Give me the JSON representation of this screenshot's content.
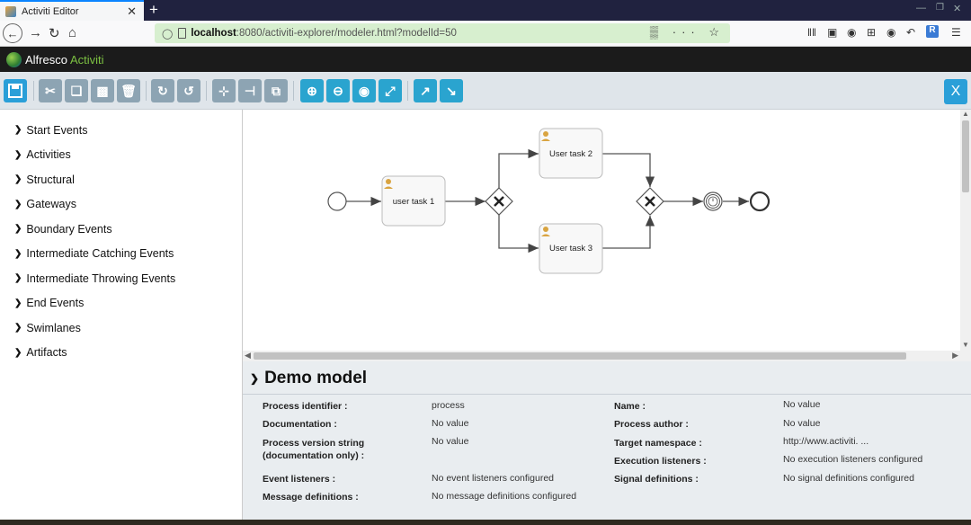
{
  "browser": {
    "tab_title": "Activiti Editor",
    "tab_close": "✕",
    "new_tab": "+",
    "url_host": "localhost",
    "url_rest": ":8080/activiti-explorer/modeler.html?modelId=50",
    "url_actions": "▒ ··· ☆"
  },
  "app": {
    "brand": "Alfresco",
    "product": "Activiti"
  },
  "toolbar": {
    "close_label": "X"
  },
  "palette": {
    "items": [
      "Start Events",
      "Activities",
      "Structural",
      "Gateways",
      "Boundary Events",
      "Intermediate Catching Events",
      "Intermediate Throwing Events",
      "End Events",
      "Swimlanes",
      "Artifacts"
    ]
  },
  "diagram": {
    "task1": "user task 1",
    "task2": "User task 2",
    "task3": "User task 3"
  },
  "properties": {
    "title": "Demo model",
    "rows": [
      {
        "label": "Process identifier :",
        "value": "process"
      },
      {
        "label": "Documentation :",
        "value": "No value"
      },
      {
        "label": "Process version string (documentation only) :",
        "value": "No value"
      },
      {
        "label": "Event listeners :",
        "value": "No event listeners configured"
      },
      {
        "label": "Message definitions :",
        "value": "No message definitions configured"
      },
      {
        "label": "Name :",
        "value": "No value"
      },
      {
        "label": "Process author :",
        "value": "No value"
      },
      {
        "label": "Target namespace :",
        "value": "http://www.activiti. ..."
      },
      {
        "label": "Execution listeners :",
        "value": "No execution listeners configured"
      },
      {
        "label": "Signal definitions :",
        "value": "No signal definitions configured"
      }
    ]
  }
}
